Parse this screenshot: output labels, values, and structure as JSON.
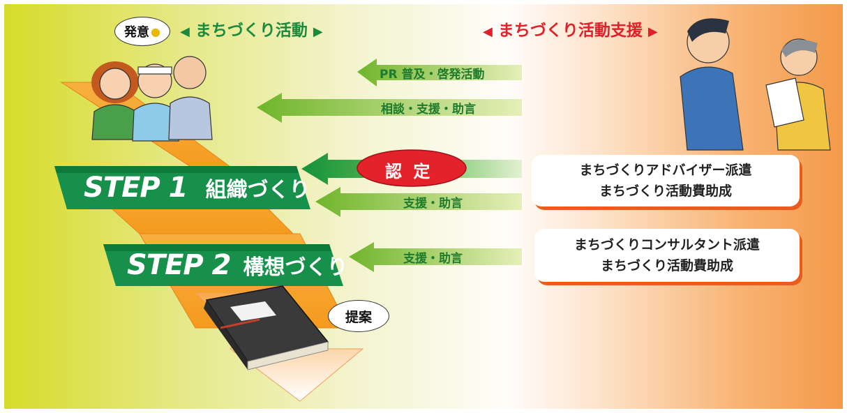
{
  "header": {
    "left_label": "まちづくり活動",
    "right_label": "まちづくり活動支援",
    "tri_left": "◀",
    "tri_right": "▶"
  },
  "bubbles": {
    "hatsui": "発意",
    "teian": "提案"
  },
  "arrows": {
    "pr": "PR 普及・啓発活動",
    "soudan": "相談・支援・助言",
    "nintei": "認 定",
    "shien1": "支援・助言",
    "shien2": "支援・助言"
  },
  "steps": [
    {
      "label": "STEP 1",
      "name": "組織づくり"
    },
    {
      "label": "STEP 2",
      "name": "構想づくり"
    }
  ],
  "boxes": [
    {
      "line1": "まちづくりアドバイザー派遣",
      "line2": "まちづくり活動費助成"
    },
    {
      "line1": "まちづくりコンサルタント派遣",
      "line2": "まちづくり活動費助成"
    }
  ],
  "colors": {
    "green": "#1b8a3c",
    "dark_green": "#0f7a2f",
    "red": "#e0202a",
    "orange": "#f5a430",
    "box_shadow": "#e95c1e"
  }
}
